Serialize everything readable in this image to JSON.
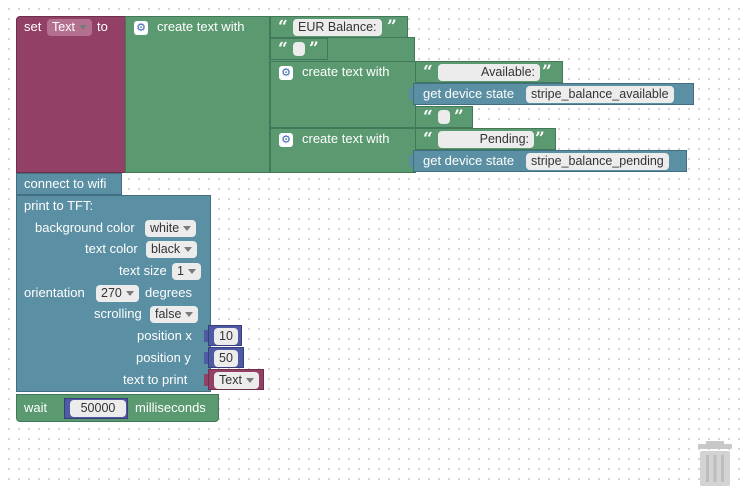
{
  "set_block": {
    "label_set": "set",
    "var_name": "Text",
    "label_to": "to"
  },
  "create_text_1": {
    "label": "create text with",
    "items": [
      "EUR Balance:",
      ""
    ]
  },
  "create_text_2": {
    "label": "create text with",
    "text_value": "Available:",
    "device_label": "get device state",
    "device_value": "stripe_balance_available",
    "empty_value": ""
  },
  "create_text_3": {
    "label": "create text with",
    "text_value": "Pending:",
    "device_label": "get device state",
    "device_value": "stripe_balance_pending"
  },
  "wifi": {
    "label": "connect to wifi"
  },
  "tft": {
    "title": "print to TFT:",
    "bg_label": "background color",
    "bg_value": "white",
    "text_color_label": "text color",
    "text_color_value": "black",
    "size_label": "text size",
    "size_value": "1",
    "orientation_label": "orientation",
    "orientation_value": "270",
    "degrees_label": "degrees",
    "scrolling_label": "scrolling",
    "scrolling_value": "false",
    "posx_label": "position x",
    "posx_value": "10",
    "posy_label": "position y",
    "posy_value": "50",
    "textprint_label": "text to print",
    "textprint_value": "Text"
  },
  "wait": {
    "label": "wait",
    "value": "50000",
    "unit": "milliseconds"
  },
  "icons": {
    "mutator": "gear-icon",
    "trash": "trash-can-icon"
  },
  "colors": {
    "variables": "#934066",
    "text": "#5b9a71",
    "device": "#5b8fa3",
    "math": "#4f5aa4"
  }
}
